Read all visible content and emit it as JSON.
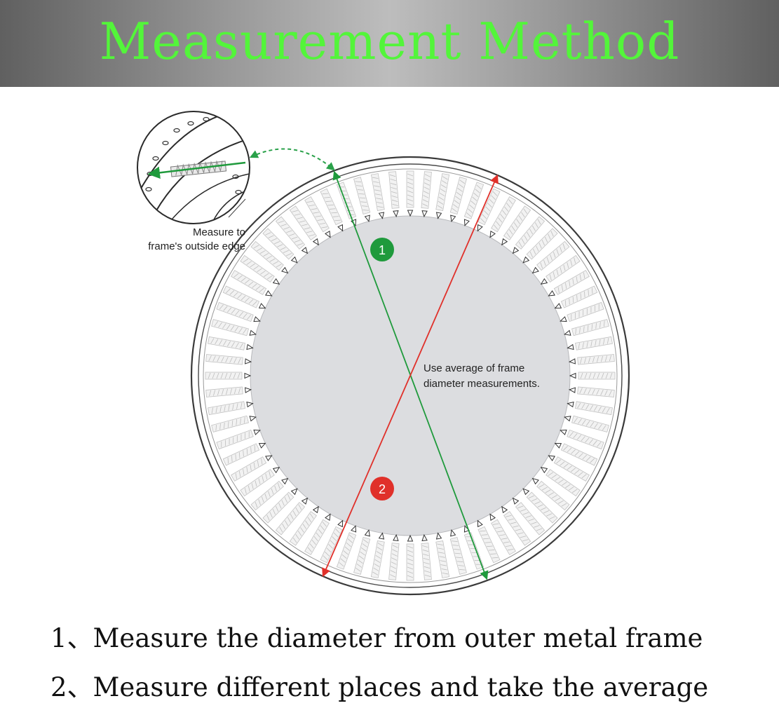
{
  "banner": {
    "title": "Measurement Method",
    "background_color": "#8c8c8c",
    "title_color": "#53f53a"
  },
  "diagram": {
    "callout_label_lines": [
      "Measure to",
      "frame's outside edge"
    ],
    "center_label_lines": [
      "Use average of frame",
      "diameter measurements."
    ],
    "markers": [
      {
        "label": "1",
        "color": "#1f9a3c"
      },
      {
        "label": "2",
        "color": "#e0302a"
      }
    ],
    "colors": {
      "mat": "#dcdde0",
      "frame_line": "#3a3a3a",
      "line_1": "#1f9a3c",
      "line_2": "#e0302a",
      "dashed_arrow": "#2aa14a"
    },
    "icons": [
      "zoom-callout-icon",
      "spring-icon",
      "v-ring-icon"
    ]
  },
  "instructions": [
    {
      "number": "1、",
      "text": "Measure the diameter from outer metal frame"
    },
    {
      "number": "2、",
      "text": "Measure different places and take the average"
    }
  ]
}
